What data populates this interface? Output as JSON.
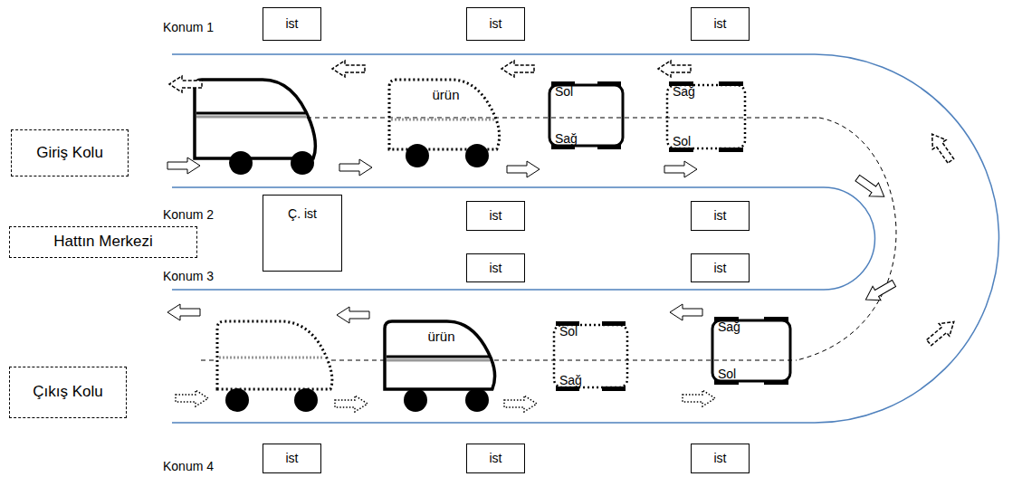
{
  "diagram": {
    "nodes": [
      {
        "text": [
          "ist"
        ]
      },
      {
        "text": [
          "ist"
        ]
      },
      {
        "text": [
          "ist"
        ]
      },
      {
        "text": [
          "Giriş Kolu"
        ]
      },
      {
        "text": [
          "ürün"
        ]
      },
      {
        "text": [
          "Sol",
          "Sağ"
        ]
      },
      {
        "text": [
          "Sağ",
          "Sol"
        ]
      },
      {
        "text": [
          "Ç. ist"
        ]
      },
      {
        "text": [
          "ist"
        ]
      },
      {
        "text": [
          "ist"
        ]
      },
      {
        "text": [
          "Hattın Merkezi"
        ]
      },
      {
        "text": [
          "ist"
        ]
      },
      {
        "text": [
          "ist"
        ]
      },
      {
        "text": [
          "Çıkış Kolu"
        ]
      },
      {
        "text": [
          "ürün"
        ]
      },
      {
        "text": [
          "Sol",
          "Sağ"
        ]
      },
      {
        "text": [
          "Sağ",
          "Sol"
        ]
      },
      {
        "text": [
          "ist"
        ]
      },
      {
        "text": [
          "ist"
        ]
      },
      {
        "text": [
          "ist"
        ]
      }
    ],
    "labels": [
      "Konum 1",
      "Konum 2",
      "Konum 3",
      "Konum 4"
    ]
  }
}
